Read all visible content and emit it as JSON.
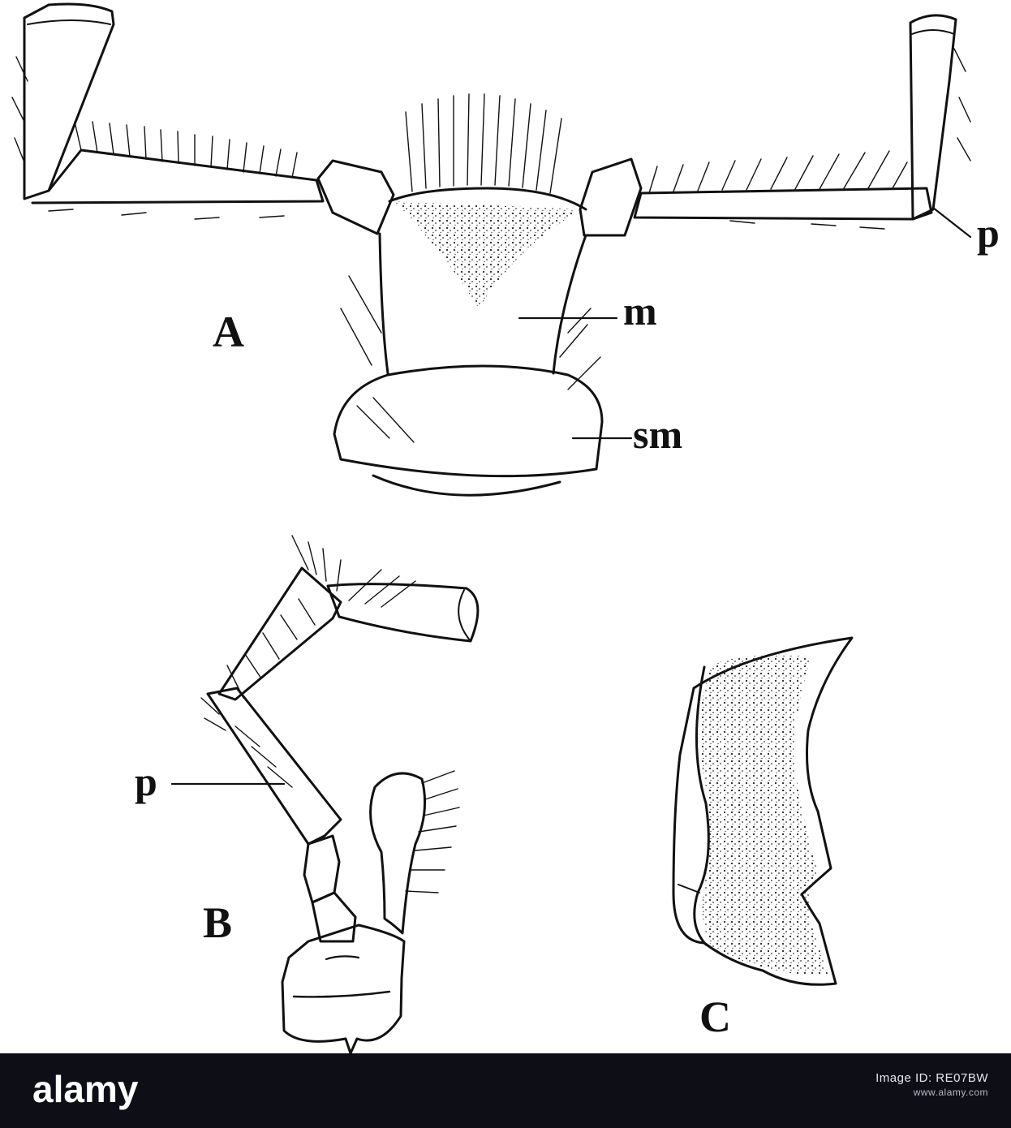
{
  "figure": {
    "parts": {
      "a": "A",
      "b": "B",
      "c": "C"
    },
    "labels": {
      "m": "m",
      "sm": "sm",
      "p_a": "p",
      "p_b": "p"
    }
  },
  "watermark": {
    "brand": "alamy",
    "line1": "Image ID: RE07BW",
    "line2": "www.alamy.com",
    "colors": {
      "bar": "#0e0e16",
      "text": "#ffffff"
    }
  }
}
